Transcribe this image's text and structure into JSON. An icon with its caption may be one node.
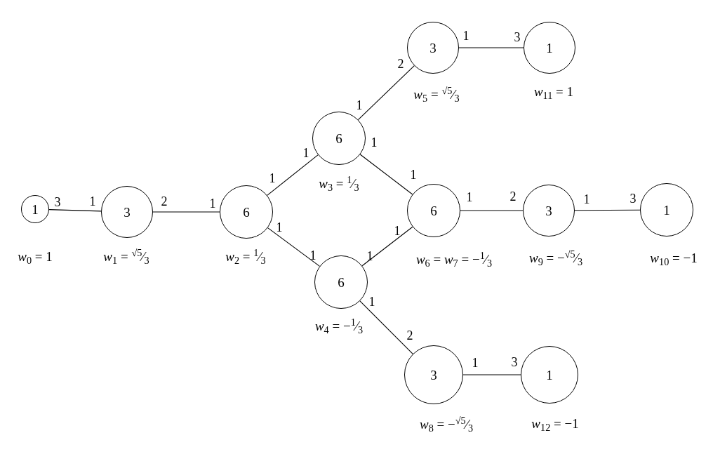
{
  "diagram": {
    "nodes": [
      {
        "text": [
          "1"
        ],
        "beside": [
          "*w*$_{0}$ = 1"
        ]
      },
      {
        "text": [
          "3"
        ],
        "beside": [
          "*w*$_{1}$ = $^{√5}$⁄$_{3}$"
        ]
      },
      {
        "text": [
          "6"
        ],
        "beside": [
          "*w*$_{2}$ = $^{1}$⁄$_{3}$"
        ]
      },
      {
        "text": [
          "6"
        ],
        "beside": [
          "*w*$_{3}$ = $^{1}$⁄$_{3}$"
        ]
      },
      {
        "text": [
          "6"
        ],
        "beside": [
          "*w*$_{4}$ = −$^{1}$⁄$_{3}$"
        ]
      },
      {
        "text": [
          "3"
        ],
        "beside": [
          "*w*$_{5}$ = $^{√5}$⁄$_{3}$"
        ]
      },
      {
        "text": [
          "6"
        ],
        "beside": [
          "*w*$_{6}$ = *w*$_{7}$ = −$^{1}$⁄$_{3}$"
        ]
      },
      {
        "text": [
          "3"
        ],
        "beside": [
          "*w*$_{8}$ = −$^{√5}$⁄$_{3}$"
        ]
      },
      {
        "text": [
          "3"
        ],
        "beside": [
          "*w*$_{9}$ = −$^{√5}$⁄$_{3}$"
        ]
      },
      {
        "text": [
          "1"
        ],
        "beside": [
          "*w*$_{10}$ = −1"
        ]
      },
      {
        "text": [
          "1"
        ],
        "beside": [
          "*w*$_{11}$ = 1"
        ]
      },
      {
        "text": [
          "1"
        ],
        "beside": [
          "*w*$_{12}$ = −1"
        ]
      }
    ],
    "edges": [
      {
        "from": 0,
        "to": 1,
        "arrow": "none"
      },
      {
        "from": 1,
        "to": 2,
        "arrow": "none"
      },
      {
        "from": 2,
        "to": 3,
        "arrow": "none"
      },
      {
        "from": 2,
        "to": 4,
        "arrow": "none"
      },
      {
        "from": 3,
        "to": 5,
        "arrow": "none"
      },
      {
        "from": 3,
        "to": 6,
        "arrow": "none"
      },
      {
        "from": 4,
        "to": 6,
        "arrow": "none"
      },
      {
        "from": 4,
        "to": 7,
        "arrow": "none"
      },
      {
        "from": 5,
        "to": 10,
        "arrow": "none"
      },
      {
        "from": 6,
        "to": 8,
        "arrow": "none"
      },
      {
        "from": 8,
        "to": 9,
        "arrow": "none"
      },
      {
        "from": 7,
        "to": 11,
        "arrow": "none"
      }
    ],
    "labels": [
      "3",
      "1",
      "2",
      "1",
      "1",
      "1",
      "1",
      "1",
      "1",
      "2",
      "1",
      "1",
      "1",
      "1",
      "1",
      "2",
      "1",
      "3",
      "1",
      "2",
      "1",
      "3",
      "1",
      "3"
    ]
  }
}
